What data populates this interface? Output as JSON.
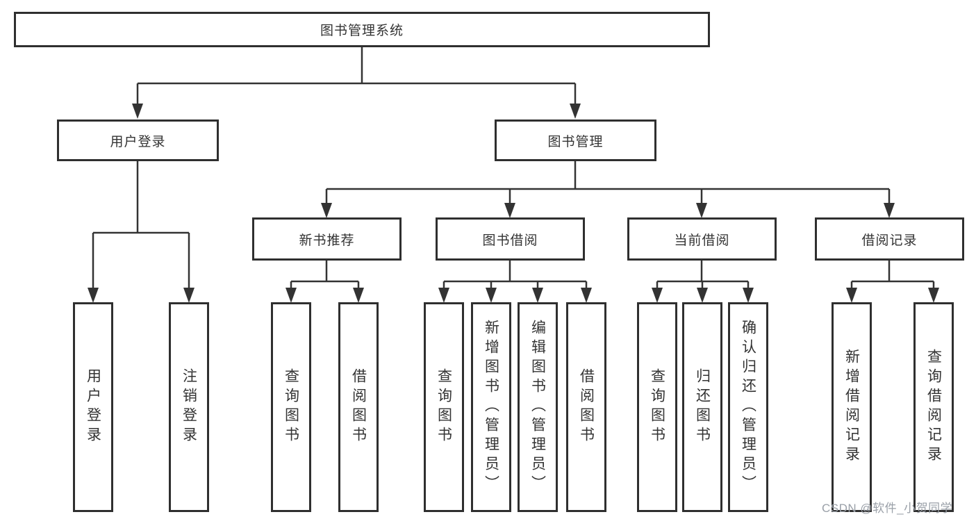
{
  "diagram": {
    "type": "hierarchy-tree",
    "tree": {
      "root": {
        "label": "图书管理系统"
      },
      "level2": [
        {
          "label": "用户登录",
          "children": [
            {
              "label": "用户登录"
            },
            {
              "label": "注销登录"
            }
          ]
        },
        {
          "label": "图书管理",
          "children": [
            {
              "label": "新书推荐",
              "children": [
                {
                  "label": "查询图书"
                },
                {
                  "label": "借阅图书"
                }
              ]
            },
            {
              "label": "图书借阅",
              "children": [
                {
                  "label": "查询图书"
                },
                {
                  "label": "新增图书（管理员）"
                },
                {
                  "label": "编辑图书（管理员）"
                },
                {
                  "label": "借阅图书"
                }
              ]
            },
            {
              "label": "当前借阅",
              "children": [
                {
                  "label": "查询图书"
                },
                {
                  "label": "归还图书"
                },
                {
                  "label": "确认归还（管理员）"
                }
              ]
            },
            {
              "label": "借阅记录",
              "children": [
                {
                  "label": "新增借阅记录"
                },
                {
                  "label": "查询借阅记录"
                }
              ]
            }
          ]
        }
      ]
    },
    "watermark": {
      "text": "CSDN @软件_小贺同学",
      "color": "#9aa0a8"
    },
    "colors": {
      "line": "#333333",
      "border": "#2f2f2f",
      "text": "#333333",
      "background": "#ffffff"
    }
  }
}
